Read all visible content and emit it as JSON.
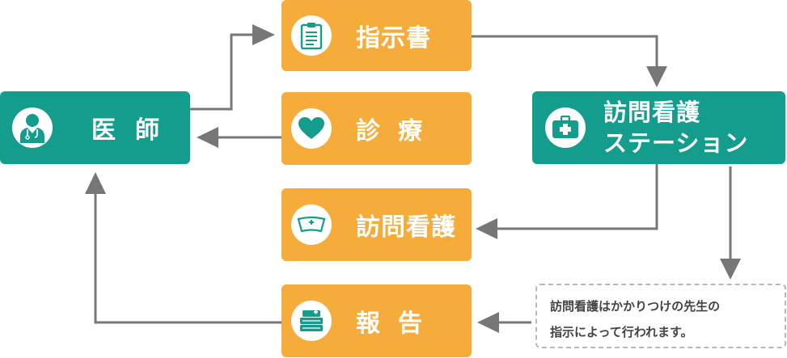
{
  "nodes": {
    "doctor": {
      "label": "医師",
      "icon": "doctor-icon"
    },
    "instructions": {
      "label": "指示書",
      "icon": "clipboard-icon"
    },
    "diagnosis": {
      "label": "診療",
      "icon": "heart-icon"
    },
    "visit": {
      "label": "訪問看護",
      "icon": "nurse-cap-icon"
    },
    "report": {
      "label": "報告",
      "icon": "books-icon"
    },
    "station": {
      "label_line1": "訪問看護",
      "label_line2": "ステーション",
      "icon": "medical-kit-icon"
    }
  },
  "note": {
    "line1": "訪問看護はかかりつけの先生の",
    "line2": "指示によって行われます。"
  },
  "edges": [
    {
      "from": "doctor",
      "to": "instructions"
    },
    {
      "from": "instructions",
      "to": "station"
    },
    {
      "from": "diagnosis",
      "to": "doctor"
    },
    {
      "from": "station",
      "to": "visit"
    },
    {
      "from": "station",
      "to": "note"
    },
    {
      "from": "note",
      "to": "report"
    },
    {
      "from": "report",
      "to": "doctor"
    }
  ],
  "colors": {
    "orange": "#f5ac3b",
    "teal": "#149d8d",
    "arrow": "#777777",
    "note_border": "#b8b8b8"
  }
}
